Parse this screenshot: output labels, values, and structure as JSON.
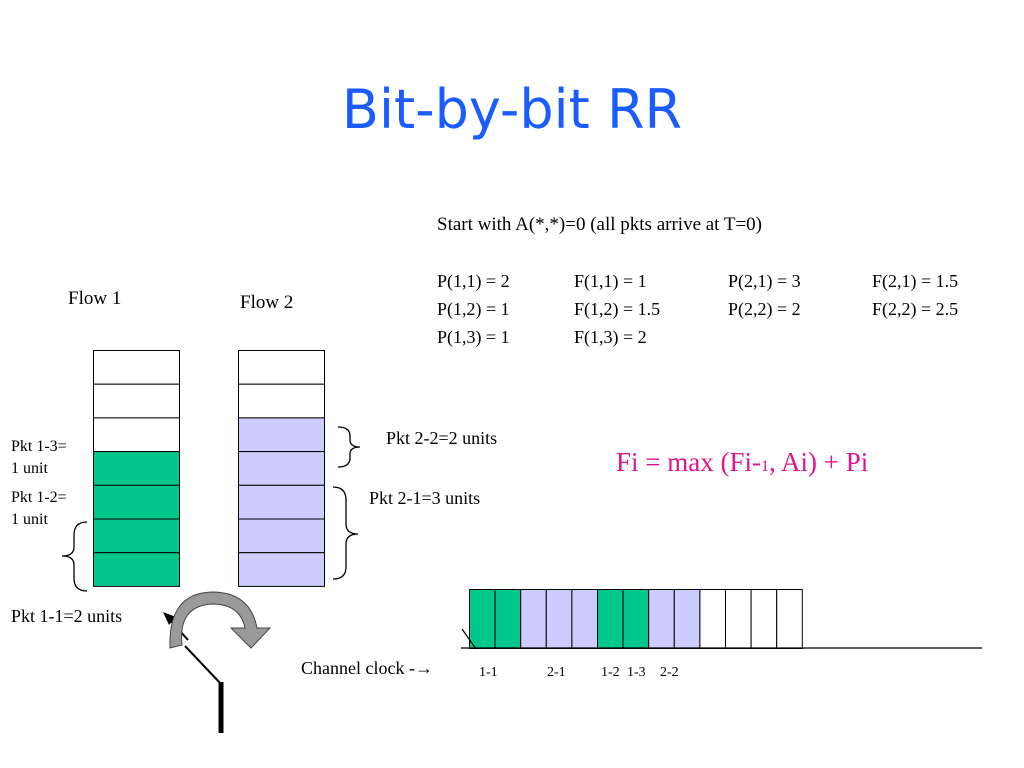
{
  "title": "Bit-by-bit RR",
  "intro": "Start with A(*,*)=0 (all pkts arrive at T=0)",
  "params": [
    [
      "P(1,1) = 2",
      "F(1,1) = 1",
      "P(2,1) = 3",
      "F(2,1) = 1.5"
    ],
    [
      "P(1,2) = 1",
      "F(1,2) = 1.5",
      "P(2,2) = 2",
      "F(2,2) = 2.5"
    ],
    [
      "P(1,3) = 1",
      "F(1,3) = 2",
      "",
      ""
    ]
  ],
  "flow1_label": "Flow 1",
  "flow2_label": "Flow 2",
  "pkt13": [
    "Pkt 1-3=",
    "1 unit"
  ],
  "pkt12": [
    "Pkt 1-2=",
    "1 unit"
  ],
  "pkt11": "Pkt 1-1=2 units",
  "pkt22": "Pkt 2-2=2 units",
  "pkt21": "Pkt 2-1=3 units",
  "formula": {
    "a": "Fi = max (Fi-",
    "sub": "1",
    "b": ", Ai) + Pi"
  },
  "channel_label": "Channel clock -→",
  "clock_labels": [
    "1-1",
    "2-1",
    "1-2",
    "1-3",
    "2-2"
  ],
  "colors": {
    "flow1": "#00c88c",
    "flow2": "#ccccff",
    "empty": "#ffffff",
    "title": "#1a5cff",
    "formula": "#e0148c"
  },
  "flow1_queue": [
    "empty",
    "empty",
    "empty",
    "flow1",
    "flow1",
    "flow1",
    "flow1"
  ],
  "flow2_queue": [
    "empty",
    "empty",
    "flow2",
    "flow2",
    "flow2",
    "flow2",
    "flow2"
  ],
  "channel_slots": [
    "flow1",
    "flow1",
    "flow2",
    "flow2",
    "flow2",
    "flow1",
    "flow1",
    "flow2",
    "flow2",
    "empty",
    "empty",
    "empty",
    "empty"
  ]
}
